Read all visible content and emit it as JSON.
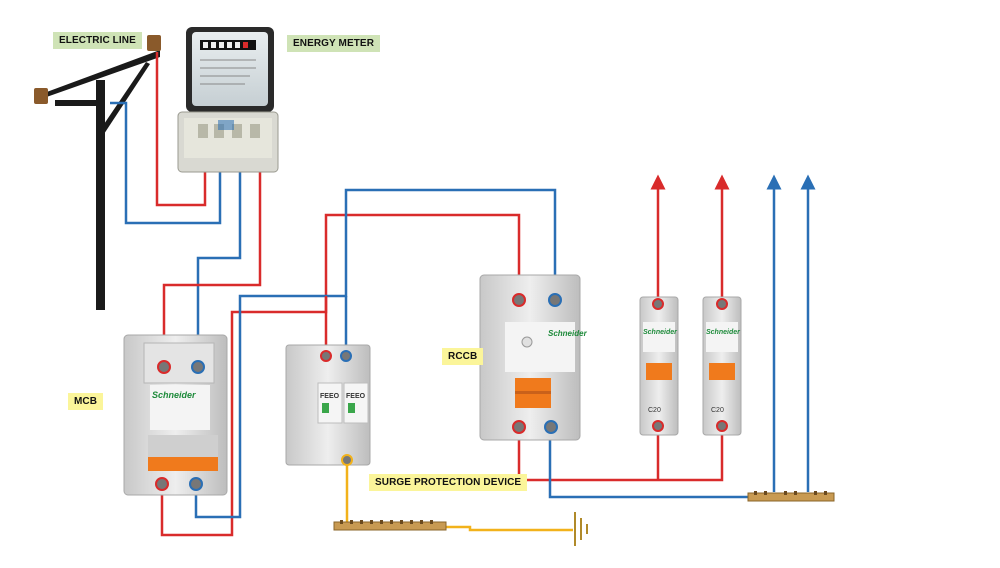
{
  "labels": {
    "electric_line": "ELECTRIC LINE",
    "energy_meter": "ENERGY METER",
    "mcb": "MCB",
    "rccb": "RCCB",
    "surge_protection_device": "SURGE PROTECTION DEVICE"
  },
  "device_text": {
    "brand": "Schneider",
    "spd_brand": "FEEO",
    "breaker_rating": "C20"
  },
  "colors": {
    "live_wire": "#d92b2b",
    "neutral_wire": "#2a6fb5",
    "earth_wire": "#f2b21b",
    "device_body": "#dcdcdc",
    "handle": "#f07a1c",
    "pole": "#1a1a1a",
    "label_green": "#cfe3b6",
    "label_yellow": "#fbf59a"
  }
}
